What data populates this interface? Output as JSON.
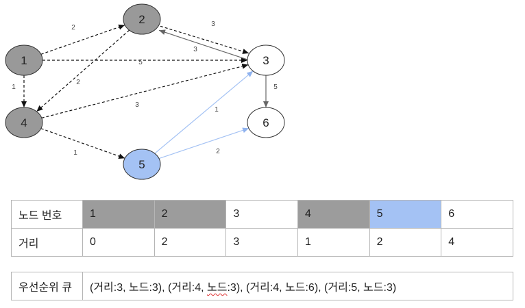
{
  "graph": {
    "nodes": [
      {
        "id": "1",
        "state": "visited"
      },
      {
        "id": "2",
        "state": "visited"
      },
      {
        "id": "3",
        "state": "unvisited"
      },
      {
        "id": "4",
        "state": "visited"
      },
      {
        "id": "5",
        "state": "current"
      },
      {
        "id": "6",
        "state": "unvisited"
      }
    ],
    "edges": [
      {
        "from": "1",
        "to": "2",
        "weight": "2",
        "style": "dashed"
      },
      {
        "from": "1",
        "to": "3",
        "weight": "5",
        "style": "dashed"
      },
      {
        "from": "1",
        "to": "4",
        "weight": "1",
        "style": "dashed"
      },
      {
        "from": "2",
        "to": "3",
        "weight": "3",
        "style": "dashed"
      },
      {
        "from": "3",
        "to": "2",
        "weight": "3",
        "style": "solid"
      },
      {
        "from": "2",
        "to": "4",
        "weight": "2",
        "style": "dashed"
      },
      {
        "from": "4",
        "to": "3",
        "weight": "3",
        "style": "dashed"
      },
      {
        "from": "4",
        "to": "5",
        "weight": "1",
        "style": "dashed"
      },
      {
        "from": "3",
        "to": "6",
        "weight": "5",
        "style": "solid"
      },
      {
        "from": "5",
        "to": "3",
        "weight": "1",
        "style": "blue"
      },
      {
        "from": "5",
        "to": "6",
        "weight": "2",
        "style": "blue"
      }
    ],
    "colors": {
      "visited": "#999999",
      "current": "#a4c2f4",
      "unvisited": "#ffffff",
      "blue_edge": "#a4c2f4"
    }
  },
  "table": {
    "row1_header": "노드 번호",
    "row2_header": "거리",
    "nodes": [
      "1",
      "2",
      "3",
      "4",
      "5",
      "6"
    ],
    "distances": [
      "0",
      "2",
      "3",
      "1",
      "2",
      "4"
    ]
  },
  "queue": {
    "header": "우선순위 큐",
    "segments": [
      {
        "text": "(거리:3, 노드:3), (",
        "squiggle": false
      },
      {
        "text": "거리",
        "squiggle": false
      },
      {
        "text": ":4, ",
        "squiggle": false
      },
      {
        "text": "노드",
        "squiggle": true
      },
      {
        "text": ":3), (거리:4, 노드:6), (거리:5, 노드:3)",
        "squiggle": false
      }
    ]
  }
}
